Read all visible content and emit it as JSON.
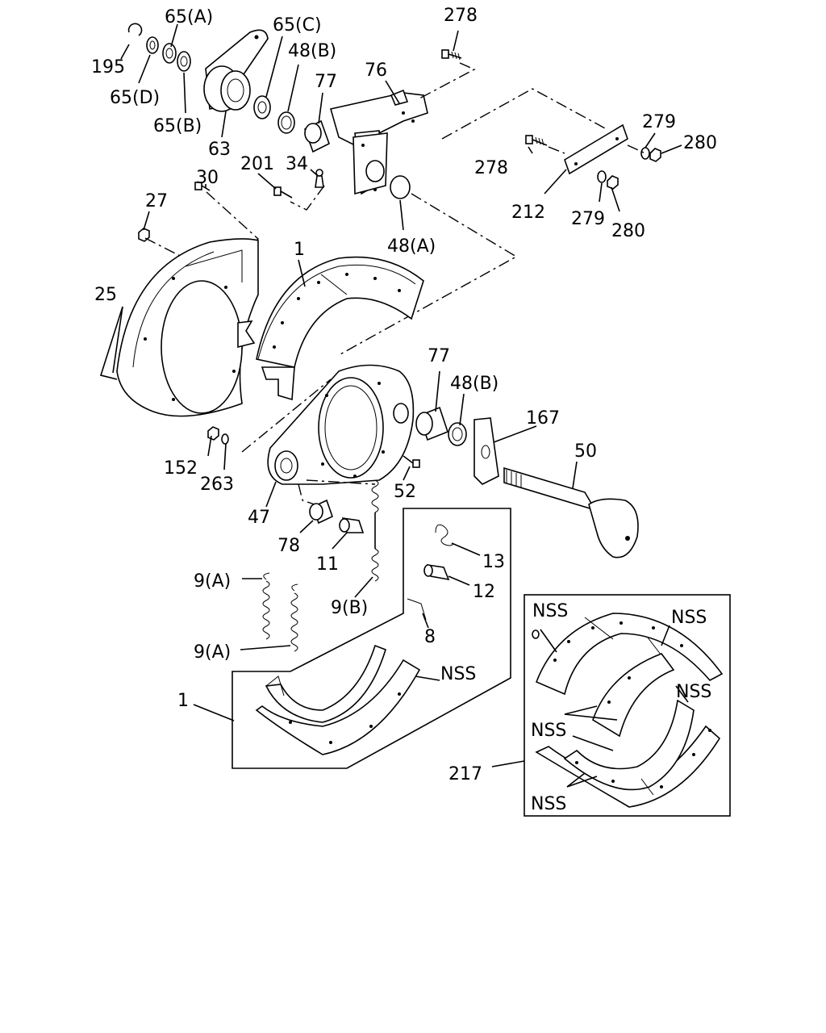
{
  "labels": {
    "p195": "195",
    "p65a": "65(A)",
    "p65d": "65(D)",
    "p65b": "65(B)",
    "p63": "63",
    "p65c": "65(C)",
    "p48b_top": "48(B)",
    "p77_top": "77",
    "p76": "76",
    "p278_top": "278",
    "p279_r": "279",
    "p280_r": "280",
    "p278_mid": "278",
    "p212": "212",
    "p279_b": "279",
    "p280_b": "280",
    "p201": "201",
    "p34": "34",
    "p30": "30",
    "p27": "27",
    "p48a": "48(A)",
    "p25": "25",
    "p1_top": "1",
    "p77_mid": "77",
    "p48b_mid": "48(B)",
    "p167": "167",
    "p50": "50",
    "p152": "152",
    "p263": "263",
    "p52": "52",
    "p47": "47",
    "p78": "78",
    "p11": "11",
    "p13": "13",
    "p12": "12",
    "p9a_1": "9(A)",
    "p9a_2": "9(A)",
    "p9b": "9(B)",
    "p8": "8",
    "p1_low": "1",
    "nss_low": "NSS",
    "nss_k1": "NSS",
    "nss_k2": "NSS",
    "nss_k3": "NSS",
    "nss_k4": "NSS",
    "nss_k5": "NSS",
    "p217": "217"
  }
}
